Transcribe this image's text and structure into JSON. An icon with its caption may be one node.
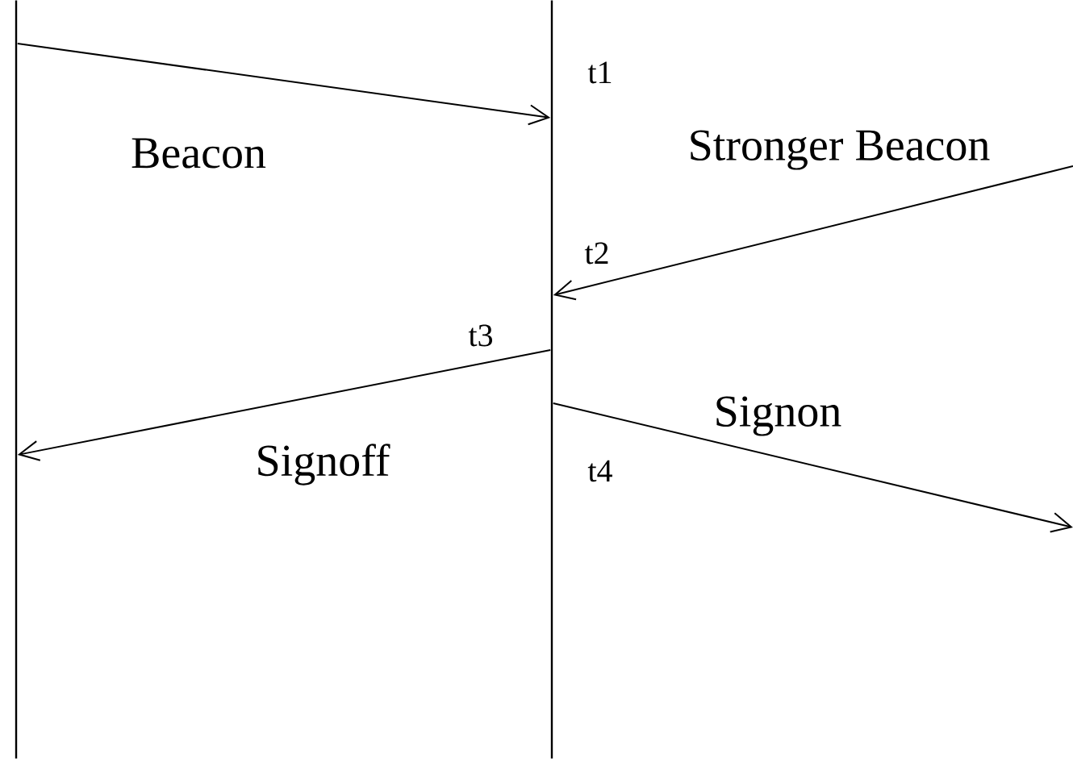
{
  "diagram": {
    "nodes": [
      {
        "text": [],
        "shape": "bar"
      },
      {
        "text": [],
        "shape": "bar"
      }
    ],
    "edges": [
      {
        "from": 0,
        "to": 1,
        "arrow": "to",
        "label": "Beacon"
      },
      {
        "from": null,
        "to": 1,
        "arrow": "to",
        "label": "Stronger Beacon"
      },
      {
        "from": 1,
        "to": 0,
        "arrow": "to",
        "label": "Signoff"
      },
      {
        "from": 1,
        "to": null,
        "arrow": "to",
        "label": "Signon"
      }
    ],
    "labels": [
      "t1",
      "t2",
      "t3",
      "t4"
    ]
  }
}
